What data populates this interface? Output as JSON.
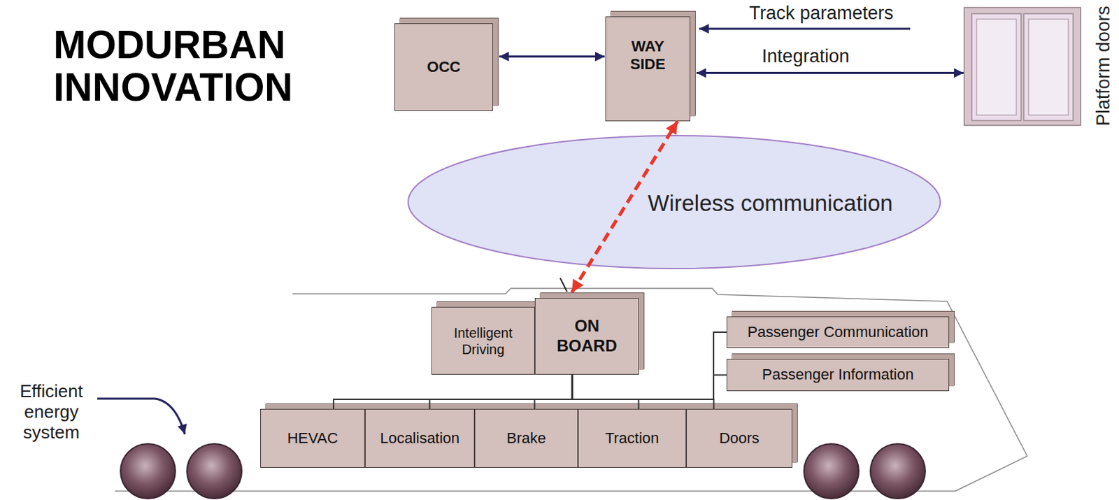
{
  "diagram": {
    "title": "MODURBAN INNOVATION",
    "nodes": [
      {
        "text": [
          "OCC"
        ]
      },
      {
        "text": [
          "WAY SIDE"
        ]
      },
      {
        "text": [
          "Platform doors"
        ]
      },
      {
        "text": [
          "Wireless communication"
        ]
      },
      {
        "text": [
          "Intelligent Driving"
        ]
      },
      {
        "text": [
          "ON BOARD"
        ]
      },
      {
        "text": [
          "Passenger Communication"
        ]
      },
      {
        "text": [
          "Passenger Information"
        ]
      },
      {
        "text": [
          "HEVAC"
        ]
      },
      {
        "text": [
          "Localisation"
        ]
      },
      {
        "text": [
          "Brake"
        ]
      },
      {
        "text": [
          "Traction"
        ]
      },
      {
        "text": [
          "Doors"
        ]
      }
    ],
    "edges": [
      {
        "from": 0,
        "to": 1,
        "arrow": "both"
      },
      {
        "from": 1,
        "to": 2,
        "label": "Integration",
        "arrow": "both"
      },
      {
        "from": 5,
        "to": 1,
        "arrow": "both"
      },
      {
        "from": 5,
        "to": 6,
        "arrow": "none"
      },
      {
        "from": 5,
        "to": 7,
        "arrow": "none"
      },
      {
        "from": 5,
        "to": 8,
        "arrow": "none"
      },
      {
        "from": 5,
        "to": 9,
        "arrow": "none"
      },
      {
        "from": 5,
        "to": 10,
        "arrow": "none"
      },
      {
        "from": 5,
        "to": 11,
        "arrow": "none"
      },
      {
        "from": 5,
        "to": 12,
        "arrow": "none"
      }
    ],
    "labels": [
      "Track parameters",
      "Efficient energy system"
    ]
  }
}
